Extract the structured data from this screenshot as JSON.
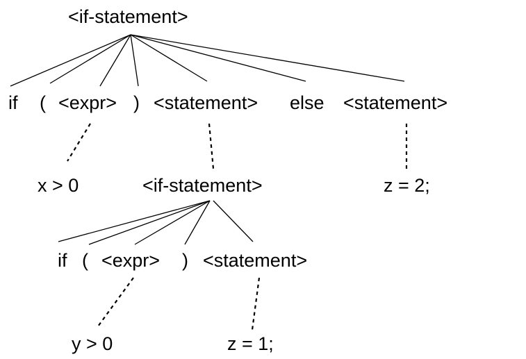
{
  "tree": {
    "root": "<if-statement>",
    "level1": [
      "if",
      "(",
      "<expr>",
      ")",
      "<statement>",
      "else",
      "<statement>"
    ],
    "level2": {
      "expr_value": "x > 0",
      "inner_statement": "<if-statement>",
      "else_value": "z = 2;"
    },
    "level3": [
      "if",
      "(",
      "<expr>",
      ")",
      "<statement>"
    ],
    "level4": {
      "expr_value": "y > 0",
      "statement_value": "z = 1;"
    }
  }
}
